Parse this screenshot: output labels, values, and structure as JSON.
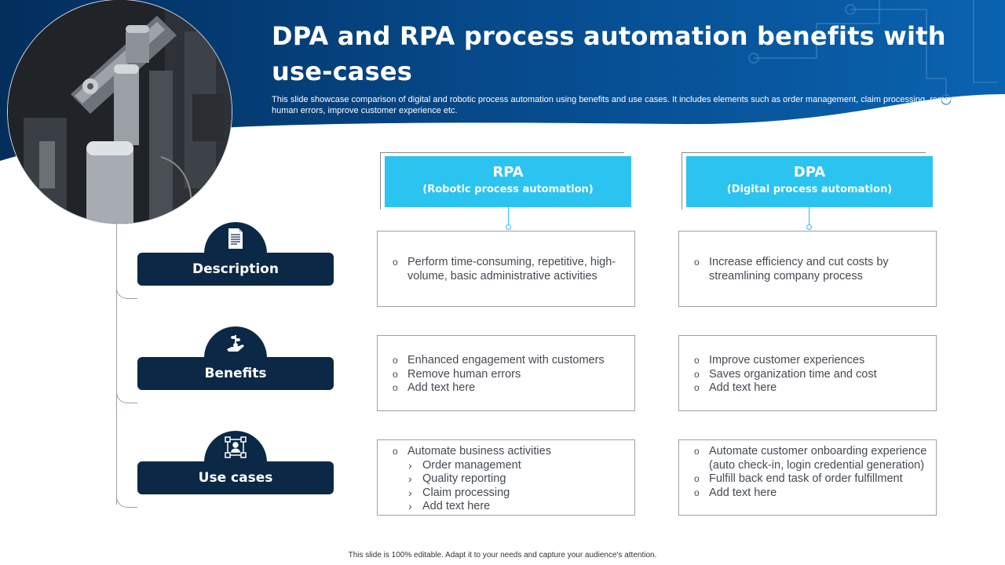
{
  "title": "DPA and RPA process automation benefits with use-cases",
  "subtitle": "This slide showcase comparison of digital and robotic process automation using benefits and use cases. It includes elements such as order management, claim processing, remove human errors, improve customer experience etc.",
  "colors": {
    "navy": "#0c2847",
    "header_blue": "#064a8c",
    "cyan": "#2bc3ef"
  },
  "columns": [
    {
      "name": "RPA",
      "full": "(Robotic process automation)"
    },
    {
      "name": "DPA",
      "full": "(Digital process automation)"
    }
  ],
  "rows": [
    {
      "label": "Description",
      "icon": "document-icon",
      "rpa": [
        {
          "text": "Perform time-consuming, repetitive, high-volume, basic administrative activities"
        }
      ],
      "dpa": [
        {
          "text": "Increase efficiency and cut costs by streamlining company process"
        }
      ]
    },
    {
      "label": "Benefits",
      "icon": "hand-plant-icon",
      "rpa": [
        {
          "text": "Enhanced engagement with customers"
        },
        {
          "text": "Remove human errors"
        },
        {
          "text": "Add text here"
        }
      ],
      "dpa": [
        {
          "text": "Improve customer experiences"
        },
        {
          "text": "Saves organization time and cost"
        },
        {
          "text": "Add text here"
        }
      ]
    },
    {
      "label": "Use cases",
      "icon": "network-user-icon",
      "rpa": [
        {
          "text": "Automate business activities"
        },
        {
          "text": "Order management",
          "sub": true
        },
        {
          "text": "Quality reporting",
          "sub": true
        },
        {
          "text": "Claim processing",
          "sub": true
        },
        {
          "text": "Add text here",
          "sub": true
        }
      ],
      "dpa": [
        {
          "text": "Automate customer onboarding experience (auto check-in, login credential generation)"
        },
        {
          "text": "Fulfill back end task of order fulfillment"
        },
        {
          "text": "Add text here"
        }
      ]
    }
  ],
  "footer": "This slide is 100% editable. Adapt it to your needs and capture your audience's attention."
}
